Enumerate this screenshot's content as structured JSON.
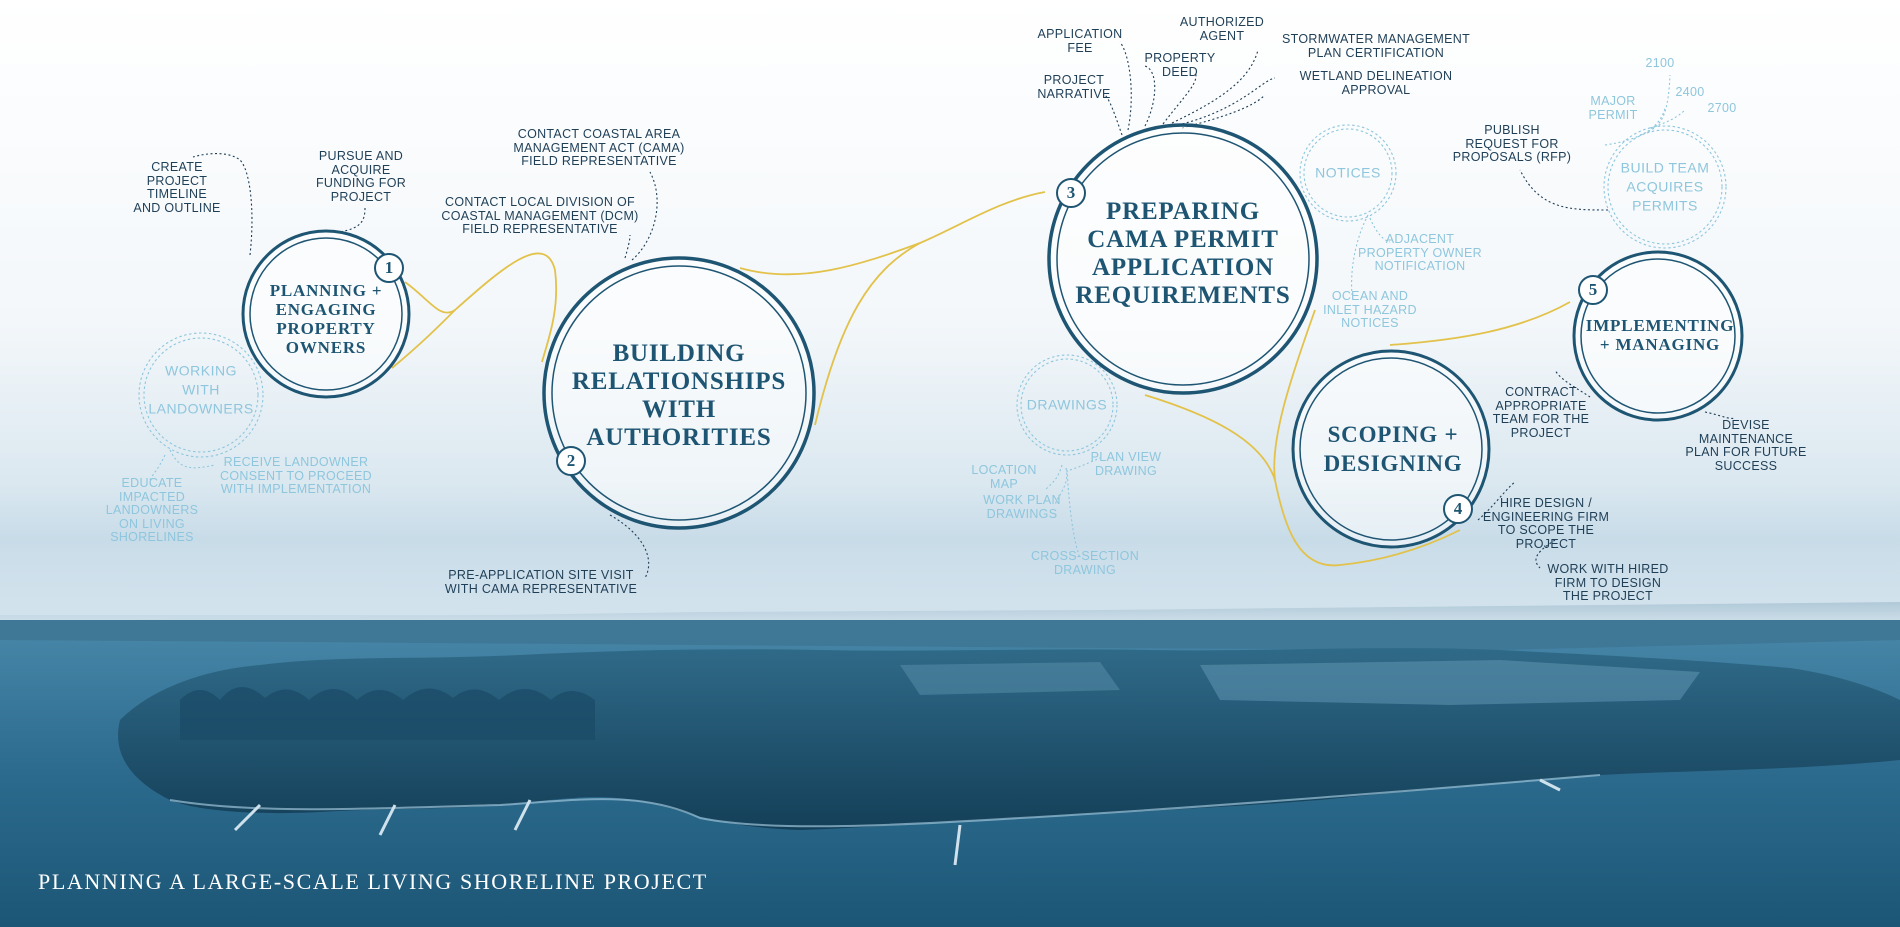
{
  "title": "PLANNING A LARGE-SCALE LIVING SHORELINE PROJECT",
  "colors": {
    "navy": "#1e5573",
    "light_blue": "#8ec6dd",
    "gold": "#e2c24a",
    "water": "#215b7c"
  },
  "stages": [
    {
      "number": "1",
      "title": "PLANNING +\nENGAGING\nPROPERTY\nOWNERS"
    },
    {
      "number": "2",
      "title": "BUILDING\nRELATIONSHIPS\nWITH\nAUTHORITIES"
    },
    {
      "number": "3",
      "title": "PREPARING\nCAMA PERMIT\nAPPLICATION\nREQUIREMENTS"
    },
    {
      "number": "4",
      "title": "SCOPING +\nDESIGNING"
    },
    {
      "number": "5",
      "title": "IMPLEMENTING\n+ MANAGING"
    }
  ],
  "sub_topics": {
    "working_with_landowners": "WORKING\nWITH\nLANDOWNERS",
    "notices": "NOTICES",
    "drawings": "DRAWINGS",
    "build_team": "BUILD TEAM\nACQUIRES\nPERMITS"
  },
  "labels": {
    "create_timeline": "CREATE\nPROJECT\nTIMELINE\nAND OUTLINE",
    "pursue_funding": "PURSUE AND\nACQUIRE\nFUNDING FOR\nPROJECT",
    "educate_landowners": "EDUCATE\nIMPACTED\nLANDOWNERS\nON LIVING\nSHORELINES",
    "receive_consent": "RECEIVE LANDOWNER\nCONSENT TO PROCEED\nWITH IMPLEMENTATION",
    "contact_cama": "CONTACT COASTAL AREA\nMANAGEMENT ACT (CAMA)\nFIELD REPRESENTATIVE",
    "contact_dcm": "CONTACT LOCAL DIVISION OF\nCOASTAL MANAGEMENT (DCM)\nFIELD REPRESENTATIVE",
    "pre_application": "PRE-APPLICATION SITE VISIT\nWITH CAMA REPRESENTATIVE",
    "application_fee": "APPLICATION\nFEE",
    "authorized_agent": "AUTHORIZED\nAGENT",
    "property_deed": "PROPERTY\nDEED",
    "stormwater": "STORMWATER MANAGEMENT\nPLAN CERTIFICATION",
    "project_narrative": "PROJECT\nNARRATIVE",
    "wetland": "WETLAND DELINEATION\nAPPROVAL",
    "adjacent_owner": "ADJACENT\nPROPERTY OWNER\nNOTIFICATION",
    "ocean_inlet": "OCEAN AND\nINLET HAZARD\nNOTICES",
    "location_map": "LOCATION\nMAP",
    "plan_view": "PLAN VIEW\nDRAWING",
    "work_plan": "WORK PLAN\nDRAWINGS",
    "cross_section": "CROSS-SECTION\nDRAWING",
    "publish_rfp": "PUBLISH\nREQUEST FOR\nPROPOSALS (RFP)",
    "major_permit": "MAJOR\nPERMIT",
    "y2100": "2100",
    "y2400": "2400",
    "y2700": "2700",
    "contract_team": "CONTRACT\nAPPROPRIATE\nTEAM FOR THE\nPROJECT",
    "devise_plan": "DEVISE\nMAINTENANCE\nPLAN FOR FUTURE\nSUCCESS",
    "hire_firm": "HIRE DESIGN /\nENGINEERING FIRM\nTO SCOPE THE\nPROJECT",
    "work_with_firm": "WORK WITH HIRED\nFIRM TO DESIGN\nTHE PROJECT"
  }
}
